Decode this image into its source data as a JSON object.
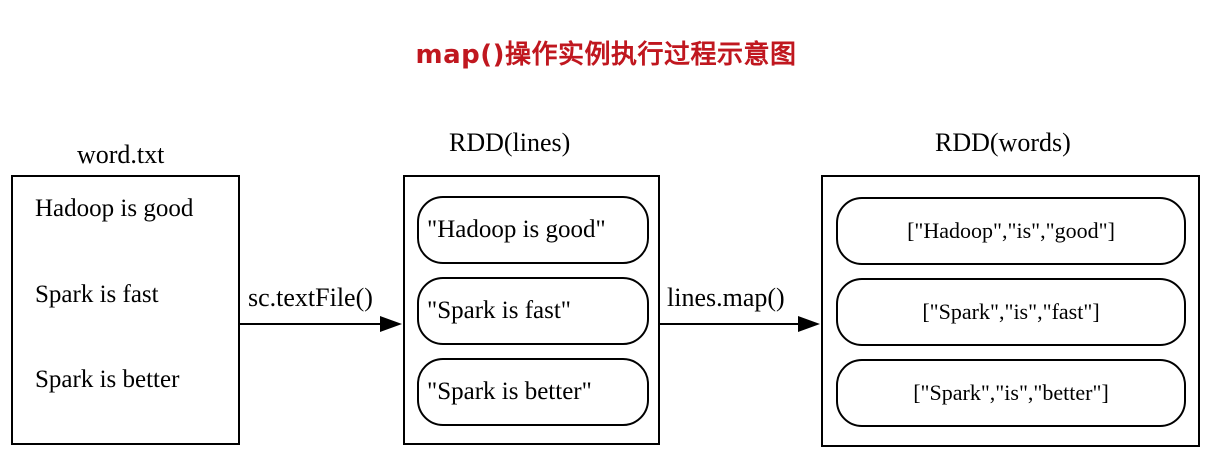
{
  "title": "map()操作实例执行过程示意图",
  "colors": {
    "title": "#c0171f"
  },
  "source": {
    "label": "word.txt",
    "lines": [
      "Hadoop is good",
      "Spark is fast",
      "Spark is better"
    ]
  },
  "rdd_lines": {
    "label": "RDD(lines)",
    "items": [
      "\"Hadoop is good\"",
      "\"Spark is fast\"",
      "\"Spark is better\""
    ]
  },
  "rdd_words": {
    "label": "RDD(words)",
    "items": [
      "[\"Hadoop\",\"is\",\"good\"]",
      "[\"Spark\",\"is\",\"fast\"]",
      "[\"Spark\",\"is\",\"better\"]"
    ]
  },
  "arrows": {
    "first": "sc.textFile()",
    "second": "lines.map()"
  }
}
